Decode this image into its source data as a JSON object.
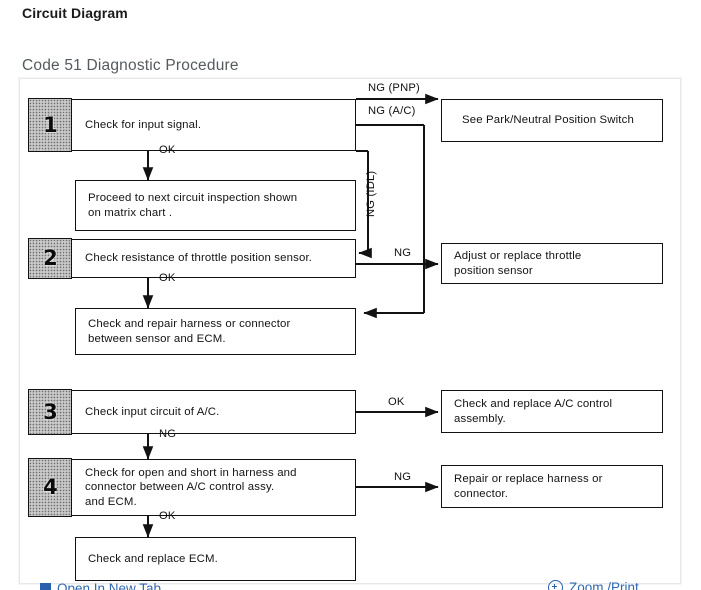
{
  "page": {
    "title": "Circuit Diagram",
    "section_title": "Code 51 Diagnostic Procedure"
  },
  "diagram": {
    "type": "flowchart",
    "steps": [
      {
        "number": "1",
        "text": "Check for input signal."
      },
      {
        "number": "2",
        "text": "Check resistance of throttle position sensor."
      },
      {
        "number": "3",
        "text": "Check input circuit of A/C."
      },
      {
        "number": "4",
        "text": "Check for open and short in harness and\nconnector between A/C control assy.\nand ECM."
      }
    ],
    "result_boxes": [
      {
        "id": "proceed",
        "text": "Proceed to next circuit inspection shown\non matrix chart ."
      },
      {
        "id": "pnp",
        "text": "See Park/Neutral Position Switch"
      },
      {
        "id": "adjust_tps",
        "text": "Adjust or replace throttle\nposition sensor"
      },
      {
        "id": "harness_ecm",
        "text": "Check and repair harness or connector\nbetween sensor and ECM."
      },
      {
        "id": "ac_control",
        "text": "Check and replace A/C control\nassembly."
      },
      {
        "id": "repair_harness",
        "text": "Repair or replace harness or\nconnector."
      },
      {
        "id": "replace_ecm",
        "text": "Check and replace ECM."
      }
    ],
    "edge_labels": {
      "ng_pnp": "NG (PNP)",
      "ng_ac": "NG (A/C)",
      "ng_idl": "NG (IDL)",
      "ok_1": "OK",
      "ng_2": "NG",
      "ok_2": "OK",
      "ok_3": "OK",
      "ng_3": "NG",
      "ng_4": "NG",
      "ok_4": "OK"
    }
  },
  "footer": {
    "open_new_tab": "Open In New Tab",
    "zoom_print": "Zoom /Print",
    "link_color": "#2f67b0"
  }
}
